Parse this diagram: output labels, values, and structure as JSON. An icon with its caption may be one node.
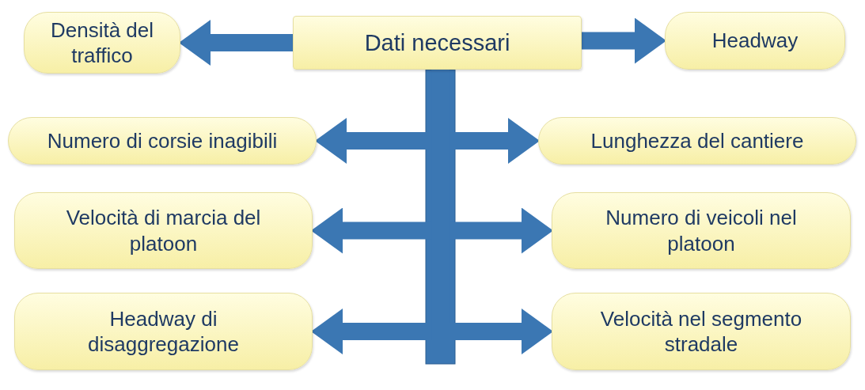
{
  "diagram": {
    "nodes": [
      {
        "text": [
          "Densità del traffico"
        ]
      },
      {
        "text": [
          "Dati necessari"
        ]
      },
      {
        "text": [
          "Headway"
        ]
      },
      {
        "text": [
          "Numero di corsie inagibili"
        ]
      },
      {
        "text": [
          "Lunghezza del cantiere"
        ]
      },
      {
        "text": [
          "Velocità di marcia del platoon"
        ]
      },
      {
        "text": [
          "Numero di veicoli nel platoon"
        ]
      },
      {
        "text": [
          "Headway di disaggregazione"
        ]
      },
      {
        "text": [
          "Velocità nel segmento stradale"
        ]
      }
    ],
    "edges": [
      {
        "from": 1,
        "to": 0,
        "arrow": "to"
      },
      {
        "from": 1,
        "to": 2,
        "arrow": "to"
      },
      {
        "from": 1,
        "to": 3,
        "arrow": "to"
      },
      {
        "from": 1,
        "to": 4,
        "arrow": "to"
      },
      {
        "from": 1,
        "to": 5,
        "arrow": "to"
      },
      {
        "from": 1,
        "to": 6,
        "arrow": "to"
      },
      {
        "from": 1,
        "to": 7,
        "arrow": "to"
      },
      {
        "from": 1,
        "to": 8,
        "arrow": "to"
      }
    ]
  }
}
